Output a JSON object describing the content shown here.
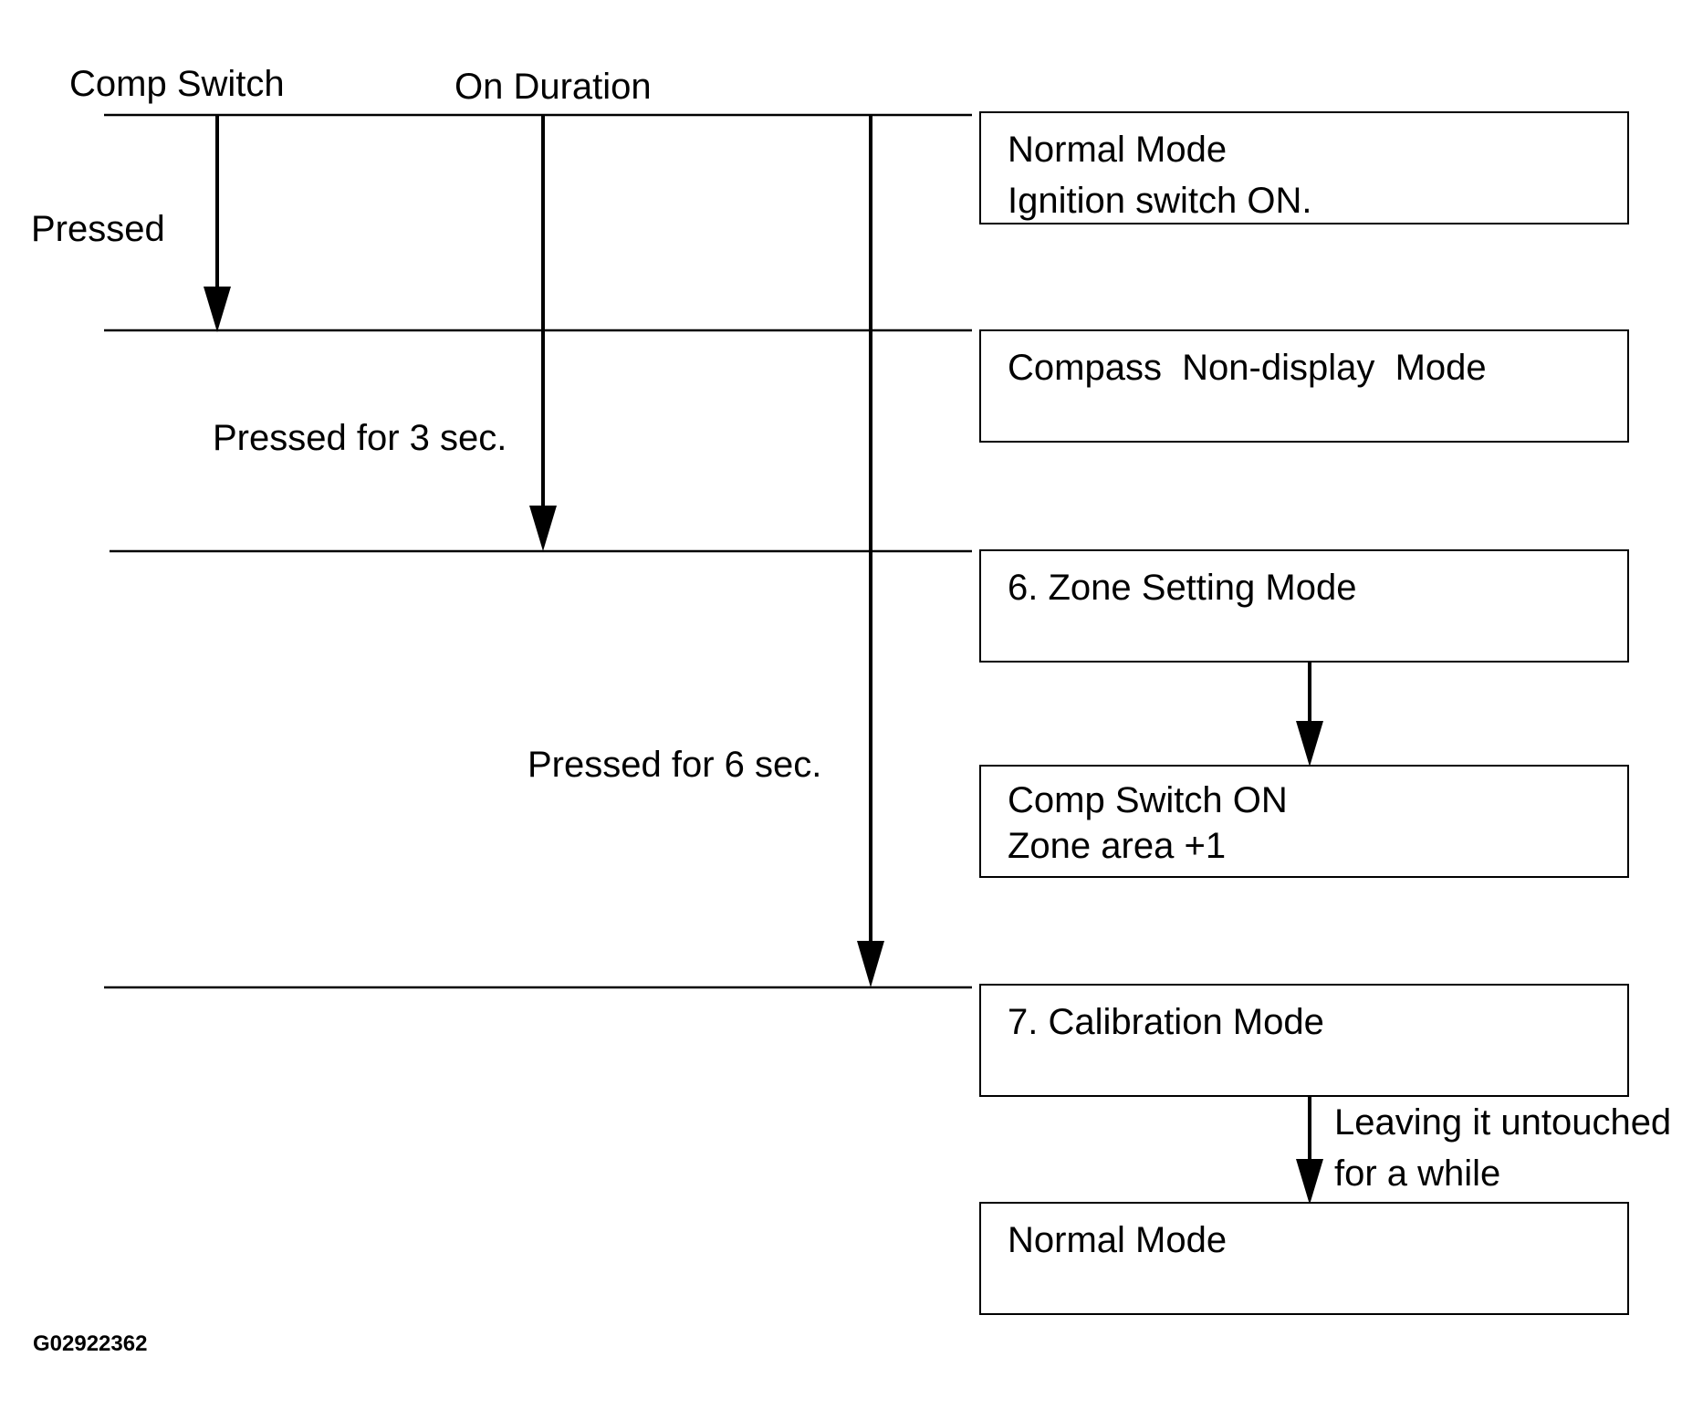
{
  "headers": {
    "comp_switch": "Comp Switch",
    "on_duration": "On Duration"
  },
  "conditions": {
    "pressed": "Pressed",
    "pressed_3s": "Pressed for 3 sec.",
    "pressed_6s": "Pressed for 6 sec.",
    "leaving_line1": "Leaving it untouched",
    "leaving_line2": "for a while"
  },
  "modes": [
    {
      "line1": "Normal Mode",
      "line2": "Ignition switch ON."
    },
    {
      "line1": "Compass  Non-display  Mode",
      "line2": ""
    },
    {
      "line1": "6. Zone Setting Mode",
      "line2": ""
    },
    {
      "line1": "Comp Switch ON",
      "line2": "Zone area +1"
    },
    {
      "line1": "7. Calibration Mode",
      "line2": ""
    },
    {
      "line1": "Normal Mode",
      "line2": ""
    }
  ],
  "figure_id": "G02922362"
}
